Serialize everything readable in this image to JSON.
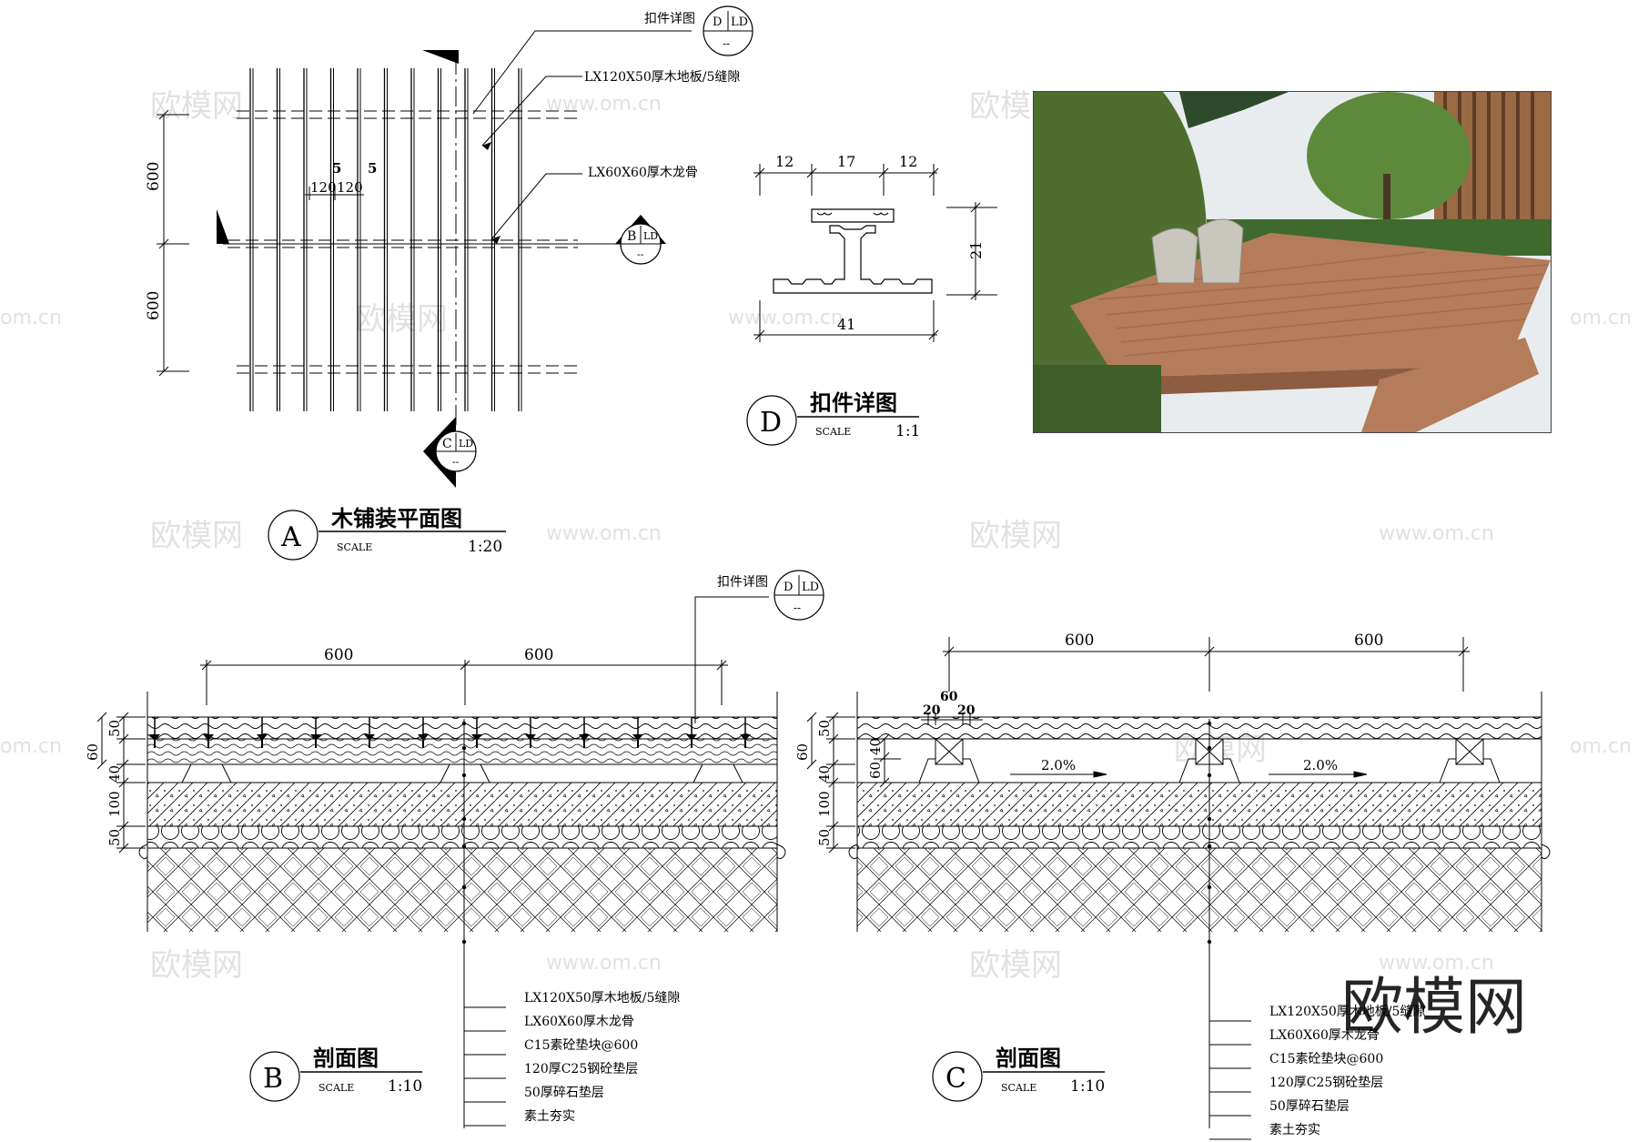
{
  "watermarks": {
    "cn": "欧模网",
    "url": "www.om.cn",
    "url_side": "om.cn",
    "big": "欧模网"
  },
  "plan_a": {
    "dim_left_top": "600",
    "dim_left_bottom": "600",
    "dim_gap_1": "5",
    "dim_gap_2": "5",
    "dim_board_1": "120",
    "dim_board_2": "120",
    "callout_title": "扣件详图",
    "callout_board": "LX120X50厚木地板/5缝隙",
    "callout_joist": "LX60X60厚木龙骨",
    "tag_top_letter": "D",
    "tag_top_sheet": "LD",
    "tag_top_dash": "--",
    "section_b_letter": "B",
    "section_b_sheet": "LD",
    "section_b_dash": "--",
    "section_c_letter": "C",
    "section_c_sheet": "LD",
    "section_c_dash": "--",
    "title_letter": "A",
    "title_text": "木铺装平面图",
    "title_scale_label": "SCALE",
    "title_scale": "1:20"
  },
  "detail_d": {
    "dim_12a": "12",
    "dim_17": "17",
    "dim_12b": "12",
    "dim_21": "21",
    "dim_41": "41",
    "title_letter": "D",
    "title_text": "扣件详图",
    "title_scale_label": "SCALE",
    "title_scale": "1:1"
  },
  "section_b": {
    "callout_title": "扣件详图",
    "tag_letter": "D",
    "tag_sheet": "LD",
    "tag_dash": "--",
    "dim_1": "600",
    "dim_2": "600",
    "layer_50a": "50",
    "layer_60": "60",
    "layer_40": "40",
    "layer_100": "100",
    "layer_50b": "50",
    "legend": [
      "LX120X50厚木地板/5缝隙",
      "LX60X60厚木龙骨",
      "C15素砼垫块@600",
      "120厚C25钢砼垫层",
      "50厚碎石垫层",
      "素土夯实"
    ],
    "title_letter": "B",
    "title_text": "剖面图",
    "title_scale_label": "SCALE",
    "title_scale": "1:10"
  },
  "section_c": {
    "dim_1": "600",
    "dim_2": "600",
    "dim_60": "60",
    "dim_20a": "20",
    "dim_20b": "20",
    "layer_50a": "50",
    "layer_60": "60",
    "layer_40": "40",
    "layer_60b": "60",
    "layer_40b": "40",
    "layer_100": "100",
    "layer_50b": "50",
    "slope_1": "2.0%",
    "slope_2": "2.0%",
    "legend": [
      "LX120X50厚木地板/5缝隙",
      "LX60X60厚木龙骨",
      "C15素砼垫块@600",
      "120厚C25钢砼垫层",
      "50厚碎石垫层",
      "素土夯实"
    ],
    "title_letter": "C",
    "title_text": "剖面图",
    "title_scale_label": "SCALE",
    "title_scale": "1:10"
  },
  "colors": {
    "deck": "#b47c5a",
    "deck_dark": "#8d5c41",
    "foliage": "#4d6e2f",
    "sky": "#e8ecef"
  }
}
